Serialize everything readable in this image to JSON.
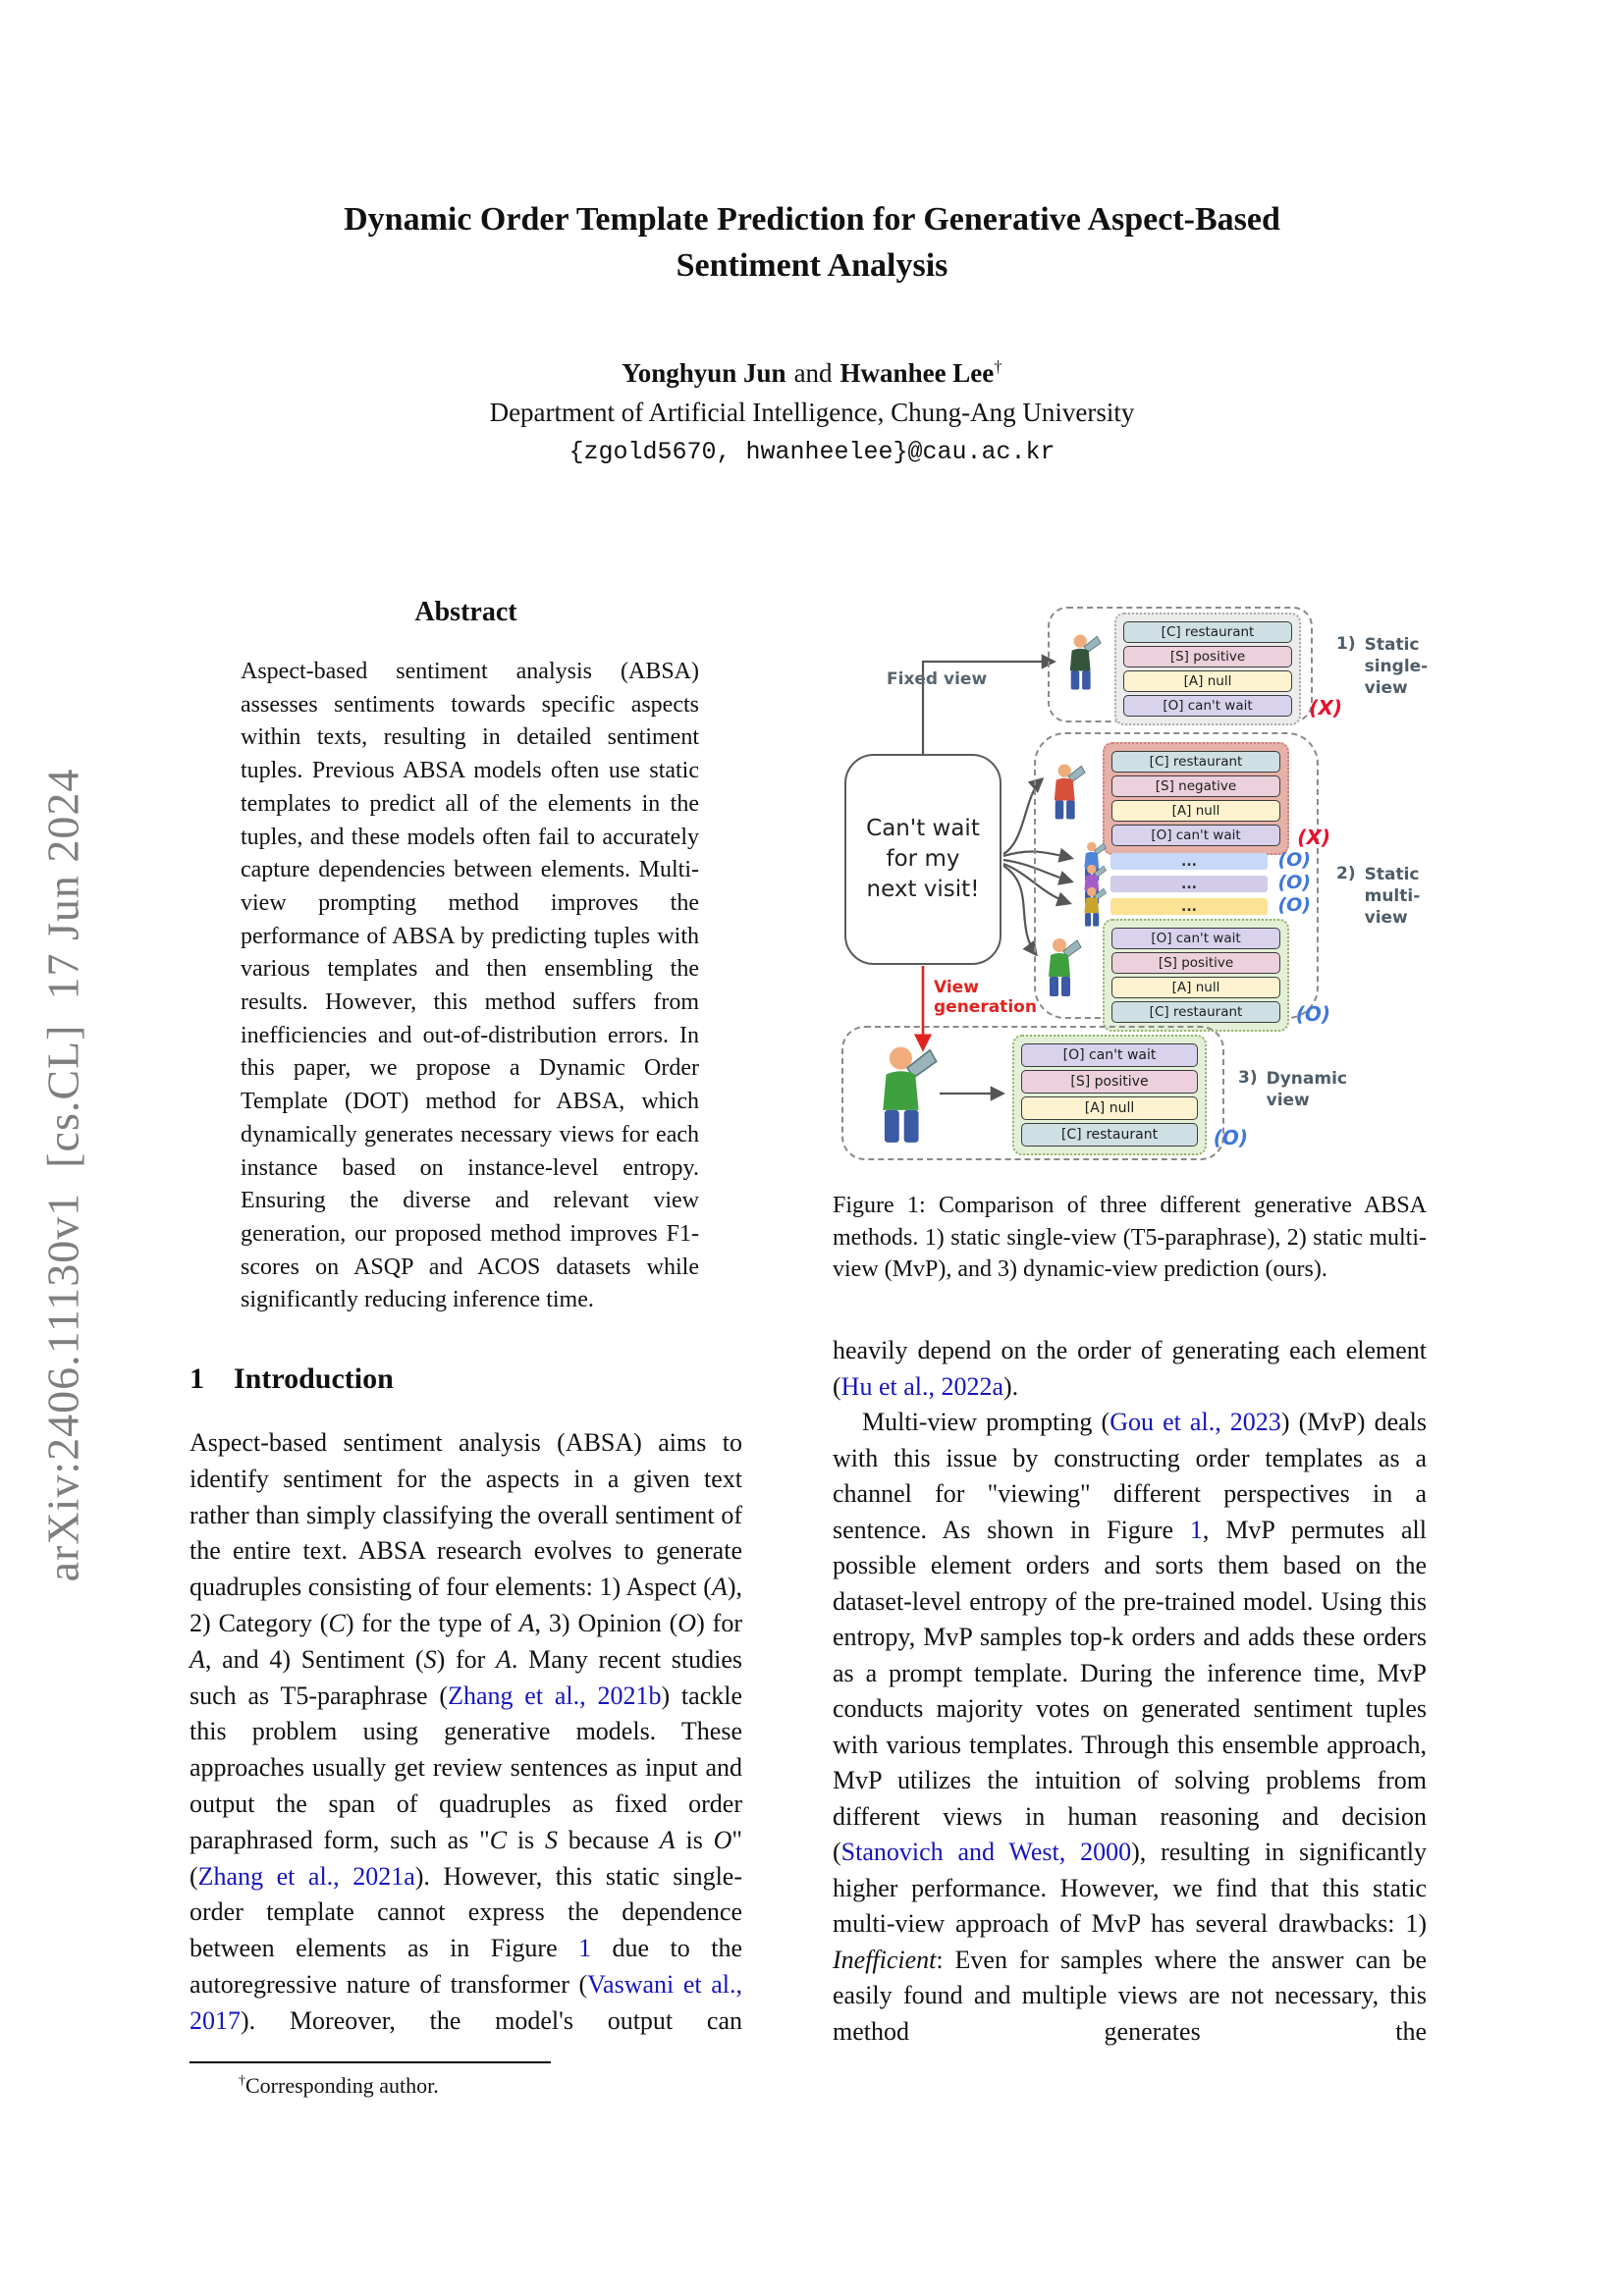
{
  "watermark": "arXiv:2406.11130v1  [cs.CL]  17 Jun 2024",
  "title_lines": [
    "Dynamic Order Template Prediction for Generative Aspect-Based",
    "Sentiment Analysis"
  ],
  "authors": {
    "name1": "Yonghyun Jun",
    "sep": "and",
    "name2": "Hwanhee Lee",
    "dagger": "†",
    "affiliation": "Department of Artificial Intelligence, Chung-Ang University",
    "email": "{zgold5670, hwanheelee}@cau.ac.kr"
  },
  "abstract": {
    "heading": "Abstract",
    "text": "Aspect-based sentiment analysis (ABSA) assesses sentiments towards specific aspects within texts, resulting in detailed sentiment tuples. Previous ABSA models often use static templates to predict all of the elements in the tuples, and these models often fail to accurately capture dependencies between elements. Multi-view prompting method improves the performance of ABSA by predicting tuples with various templates and then ensembling the results. However, this method suffers from inefficiencies and out-of-distribution errors. In this paper, we propose a Dynamic Order Template (DOT) method for ABSA, which dynamically generates necessary views for each instance based on instance-level entropy. Ensuring the diverse and relevant view generation, our proposed method improves F1-scores on ASQP and ACOS datasets while significantly reducing inference time."
  },
  "intro": {
    "number": "1",
    "heading": "Introduction",
    "paragraph": [
      {
        "t": "Aspect-based sentiment analysis (ABSA) aims to identify sentiment for the aspects in a given text rather than simply classifying the overall sentiment of the entire text. ABSA research evolves to generate quadruples consisting of four elements: 1) Aspect ("
      },
      {
        "t": "A",
        "s": "m"
      },
      {
        "t": "), 2) Category ("
      },
      {
        "t": "C",
        "s": "m"
      },
      {
        "t": ") for the type of "
      },
      {
        "t": "A",
        "s": "m"
      },
      {
        "t": ", 3) Opinion ("
      },
      {
        "t": "O",
        "s": "m"
      },
      {
        "t": ") for "
      },
      {
        "t": "A",
        "s": "m"
      },
      {
        "t": ", and 4) Sentiment ("
      },
      {
        "t": "S",
        "s": "m"
      },
      {
        "t": ") for "
      },
      {
        "t": "A",
        "s": "m"
      },
      {
        "t": ". Many recent studies such as T5-paraphrase ("
      },
      {
        "t": "Zhang et al., 2021b",
        "s": "c"
      },
      {
        "t": ") tackle this problem using generative models. These approaches usually get review sentences as input and output the span of quadruples as fixed order paraphrased form, such as \""
      },
      {
        "t": "C",
        "s": "m"
      },
      {
        "t": " is "
      },
      {
        "t": "S",
        "s": "m"
      },
      {
        "t": " because "
      },
      {
        "t": "A",
        "s": "m"
      },
      {
        "t": " is "
      },
      {
        "t": "O",
        "s": "m"
      },
      {
        "t": "\" ("
      },
      {
        "t": "Zhang et al., 2021a",
        "s": "c"
      },
      {
        "t": "). However, this static single-order template cannot express the dependence between elements as in Figure "
      },
      {
        "t": "1",
        "s": "c"
      },
      {
        "t": " due to the autoregressive nature of transformer ("
      },
      {
        "t": "Vaswani et al., 2017",
        "s": "c"
      },
      {
        "t": "). Moreover, the model's output can"
      }
    ]
  },
  "right_column": {
    "p1": [
      {
        "t": "heavily depend on the order of generating each element ("
      },
      {
        "t": "Hu et al., 2022a",
        "s": "c"
      },
      {
        "t": ")."
      }
    ],
    "p2": [
      {
        "t": "Multi-view prompting ("
      },
      {
        "t": "Gou et al., 2023",
        "s": "c"
      },
      {
        "t": ") (MvP) deals with this issue by constructing order templates as a channel for \"viewing\" different perspectives in a sentence. As shown in Figure "
      },
      {
        "t": "1",
        "s": "c"
      },
      {
        "t": ", MvP permutes all possible element orders and sorts them based on the dataset-level entropy of the pre-trained model. Using this entropy, MvP samples top-k orders and adds these orders as a prompt template. During the inference time, MvP conducts majority votes on generated sentiment tuples with various templates. Through this ensemble approach, MvP utilizes the intuition of solving problems from different views in human reasoning and decision ("
      },
      {
        "t": "Stanovich and West, 2000",
        "s": "c"
      },
      {
        "t": "), resulting in significantly higher performance. However, we find that this static multi-view approach of MvP has several drawbacks: 1) "
      },
      {
        "t": "Inefficient",
        "s": "i"
      },
      {
        "t": ": Even for samples where the answer can be easily found and multiple views are not necessary, this method generates the"
      }
    ]
  },
  "figure_caption": "Figure 1: Comparison of three different generative ABSA methods. 1) static single-view (T5-paraphrase), 2) static multi-view (MvP), and 3) dynamic-view prediction (ours).",
  "figure": {
    "source_text": "Can't wait for my next visit!",
    "labels": {
      "fixed_view": "Fixed view",
      "view_generation": "View generation"
    },
    "group1": {
      "num": "1)",
      "name": "Static single-view",
      "mark": "(X)",
      "tags": [
        {
          "label": "[C] restaurant",
          "type": "c"
        },
        {
          "label": "[S] positive",
          "type": "s"
        },
        {
          "label": "[A] null",
          "type": "a"
        },
        {
          "label": "[O] can't wait",
          "type": "o"
        }
      ]
    },
    "group2": {
      "num": "2)",
      "name": "Static multi-view",
      "first_mark": "(X)",
      "first_tags": [
        {
          "label": "[C] restaurant",
          "type": "c"
        },
        {
          "label": "[S] negative",
          "type": "s"
        },
        {
          "label": "[A] null",
          "type": "a"
        },
        {
          "label": "[O] can't wait",
          "type": "o"
        }
      ],
      "dots": [
        "...",
        "...",
        "..."
      ],
      "dots_marks": [
        "(O)",
        "(O)",
        "(O)"
      ],
      "last_mark": "(O)",
      "last_tags": [
        {
          "label": "[O] can't wait",
          "type": "o"
        },
        {
          "label": "[S] positive",
          "type": "s"
        },
        {
          "label": "[A] null",
          "type": "a"
        },
        {
          "label": "[C] restaurant",
          "type": "c"
        }
      ]
    },
    "group3": {
      "num": "3)",
      "name": "Dynamic view",
      "mark": "(O)",
      "tags": [
        {
          "label": "[O] can't wait",
          "type": "o"
        },
        {
          "label": "[S] positive",
          "type": "s"
        },
        {
          "label": "[A] null",
          "type": "a"
        },
        {
          "label": "[C] restaurant",
          "type": "c"
        }
      ]
    },
    "colors": {
      "tag_category": "#cfe0e4",
      "tag_sentiment": "#ecd0dc",
      "tag_aspect": "#fdf3d0",
      "tag_opinion": "#d8d2ec",
      "mark_incorrect": "#e8112d",
      "mark_correct": "#3e78d8",
      "multi_first_bg": "#e5b1a8",
      "green_box_bg": "#e4efd8",
      "dots_row_blue": "#c7d8f8",
      "dots_row_purple": "#d2cbe9",
      "dots_row_yellow": "#fce394",
      "citation_link": "#1515be",
      "view_generation_red": "#e0231f"
    }
  },
  "footnote": {
    "marker": "†",
    "text": "Corresponding author."
  }
}
